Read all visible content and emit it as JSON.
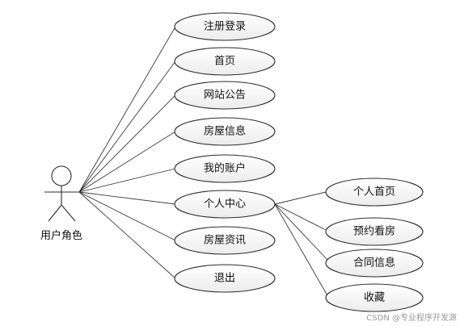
{
  "actor": {
    "label": "用户角色"
  },
  "use_cases": [
    {
      "id": "register",
      "label": "注册登录"
    },
    {
      "id": "home",
      "label": "首页"
    },
    {
      "id": "notice",
      "label": "网站公告"
    },
    {
      "id": "house-info",
      "label": "房屋信息"
    },
    {
      "id": "my-account",
      "label": "我的账户"
    },
    {
      "id": "personal-center",
      "label": "个人中心"
    },
    {
      "id": "house-news",
      "label": "房屋资讯"
    },
    {
      "id": "logout",
      "label": "退出"
    }
  ],
  "sub_use_cases": [
    {
      "id": "personal-home",
      "label": "个人首页"
    },
    {
      "id": "booking",
      "label": "预约看房"
    },
    {
      "id": "contract",
      "label": "合同信息"
    },
    {
      "id": "favorites",
      "label": "收藏"
    }
  ],
  "watermark": "CSDN @专业程序开发源"
}
